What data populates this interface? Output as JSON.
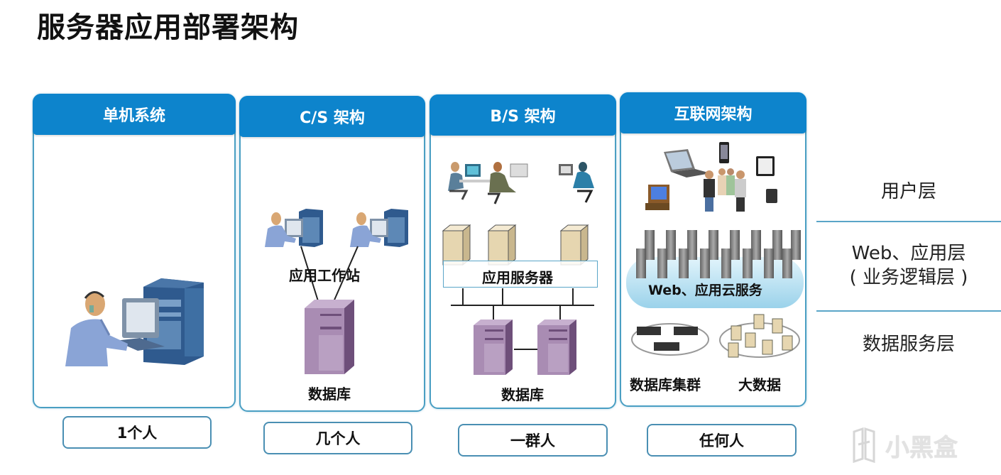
{
  "title": "服务器应用部署架构",
  "panels": [
    {
      "header": "单机系统",
      "audience": "1个人"
    },
    {
      "header": "C/S 架构",
      "audience": "几个人",
      "labels": {
        "workstation": "应用工作站",
        "database": "数据库"
      }
    },
    {
      "header": "B/S 架构",
      "audience": "一群人",
      "labels": {
        "app_server": "应用服务器",
        "database": "数据库"
      }
    },
    {
      "header": "互联网架构",
      "audience": "任何人",
      "labels": {
        "cloud": "Web、应用云服务",
        "db_cluster": "数据库集群",
        "big_data": "大数据"
      }
    }
  ],
  "layers": [
    {
      "label": "用户层"
    },
    {
      "label_line1": "Web、应用层",
      "label_line2": "( 业务逻辑层 )"
    },
    {
      "label": "数据服务层"
    }
  ],
  "watermark": "小黑盒",
  "colors": {
    "header_blue": "#0d84cc",
    "border_blue": "#4a9fc3",
    "server_purple": "#a98cb3"
  }
}
